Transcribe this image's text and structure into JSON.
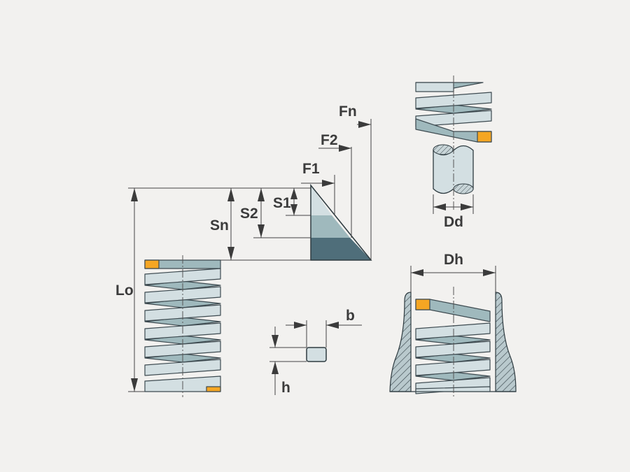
{
  "labels": {
    "free_length": "Lo",
    "stroke_1": "S1",
    "stroke_2": "S2",
    "stroke_n": "Sn",
    "force_1": "F1",
    "force_2": "F2",
    "force_n": "Fn",
    "wire_width": "b",
    "wire_height": "h",
    "rod_diameter": "Dd",
    "hole_diameter": "Dh"
  },
  "colors": {
    "background": "#f2f1ef",
    "coil_light": "#d3dfe2",
    "coil_mid": "#9fb9bd",
    "coil_dark": "#4f6e7a",
    "coil_end": "#f5a623",
    "outline": "#3d4a50"
  }
}
